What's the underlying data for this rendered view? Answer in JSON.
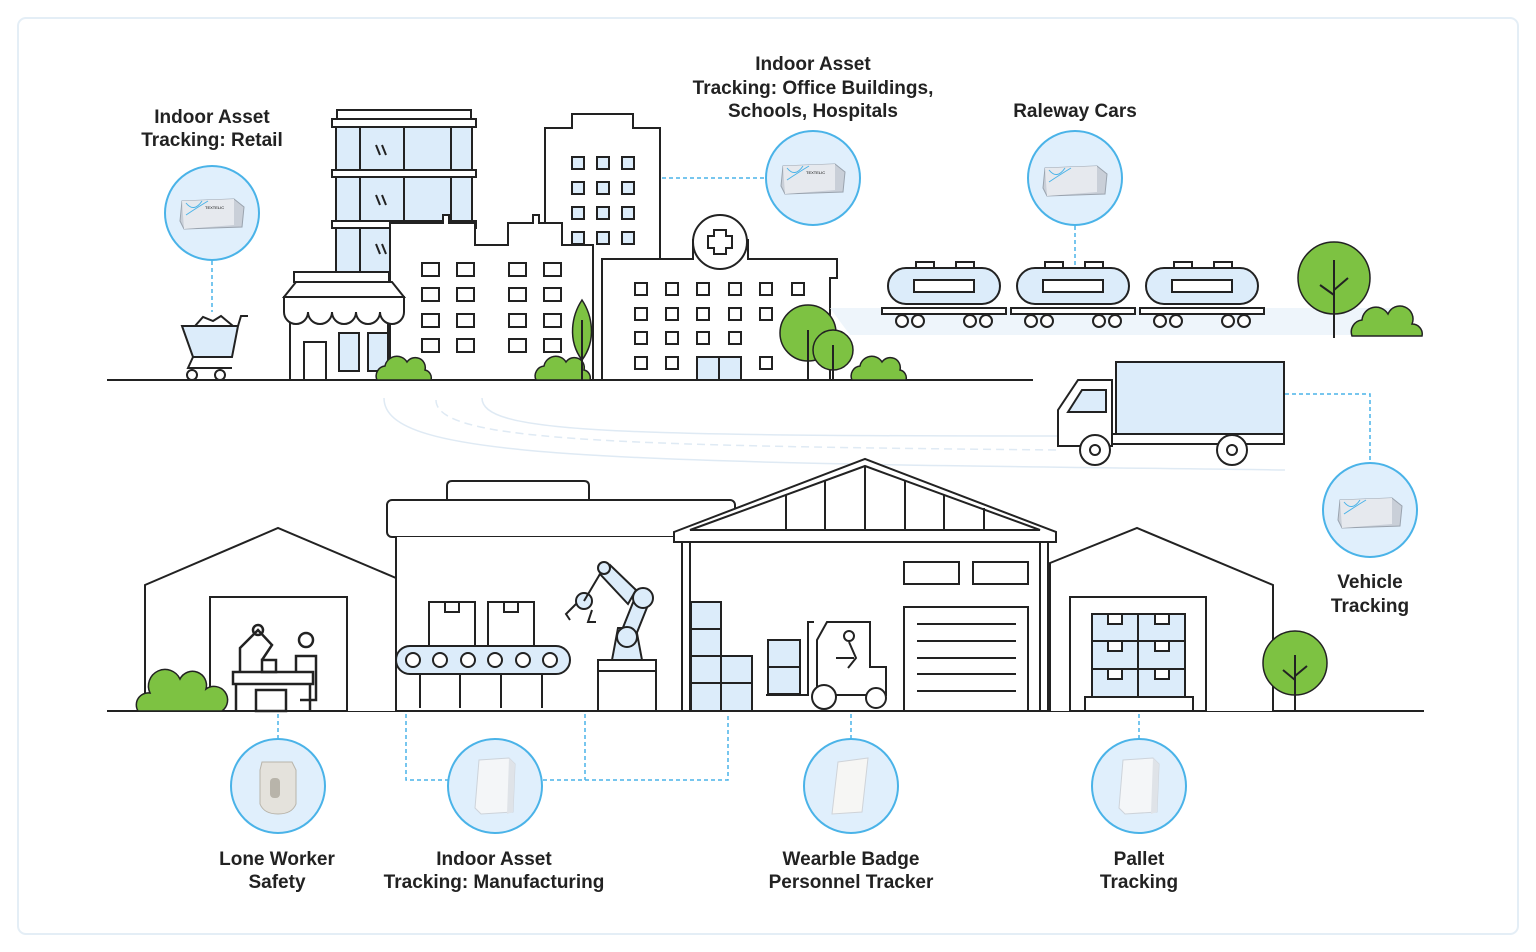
{
  "labels": {
    "retail": [
      "Indoor Asset",
      "Tracking: Retail"
    ],
    "office": [
      "Indoor Asset",
      "Tracking: Office Buildings,",
      "Schools, Hospitals"
    ],
    "rail": [
      "Raleway Cars"
    ],
    "vehicle": [
      "Vehicle",
      "Tracking"
    ],
    "lone_worker": [
      "Lone Worker",
      "Safety"
    ],
    "manufacturing": [
      "Indoor Asset",
      "Tracking: Manufacturing"
    ],
    "badge": [
      "Wearble Badge",
      "Personnel Tracker"
    ],
    "pallet": [
      "Pallet",
      "Tracking"
    ]
  },
  "device_logo": "TEXTELIC",
  "colors": {
    "accent": "#4ab3e8",
    "circle_fill": "#e0effc",
    "building_glass": "#dcecfa",
    "tree": "#7dc242",
    "outline": "#222222"
  }
}
